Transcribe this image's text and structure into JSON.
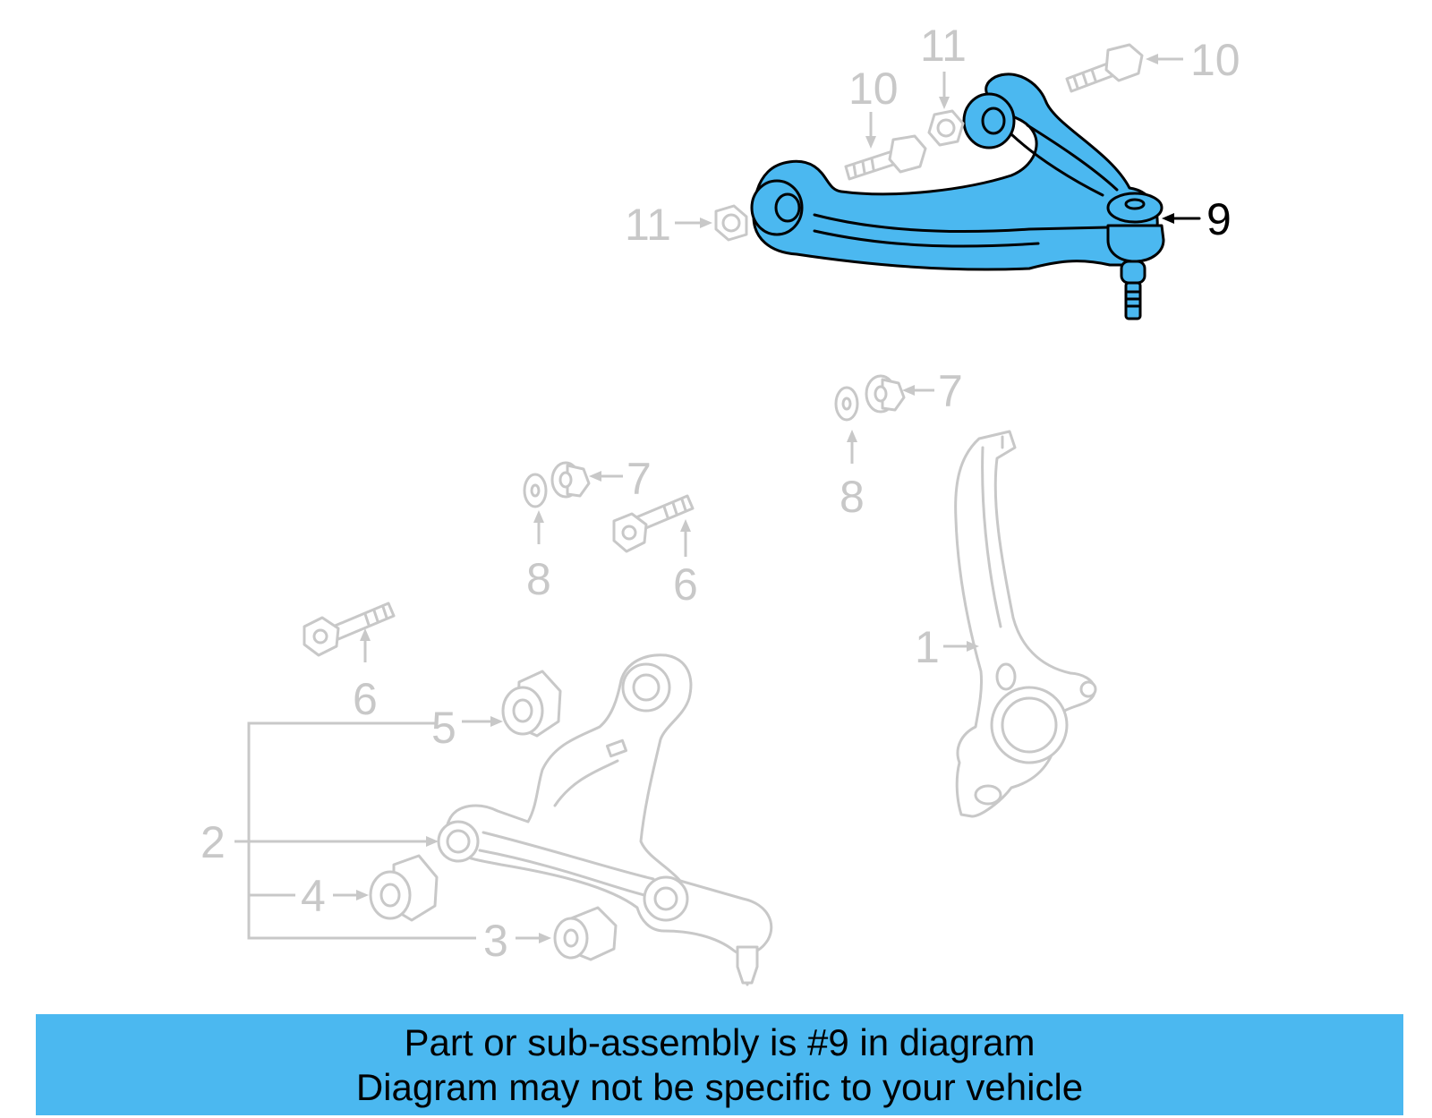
{
  "colors": {
    "highlight": "#4bb8f0",
    "faded_part": "#c8c8c8",
    "banner": "#4bb8f0",
    "text": "#000000"
  },
  "callouts": {
    "n1": "1",
    "n2": "2",
    "n3": "3",
    "n4": "4",
    "n5": "5",
    "n6a": "6",
    "n6b": "6",
    "n7a": "7",
    "n7b": "7",
    "n8a": "8",
    "n8b": "8",
    "n9": "9",
    "n10a": "10",
    "n10b": "10",
    "n11a": "11",
    "n11b": "11"
  },
  "highlighted_part": "9",
  "banner": {
    "line1": "Part or sub-assembly is #9 in diagram",
    "line2": "Diagram may not be specific to your vehicle"
  }
}
